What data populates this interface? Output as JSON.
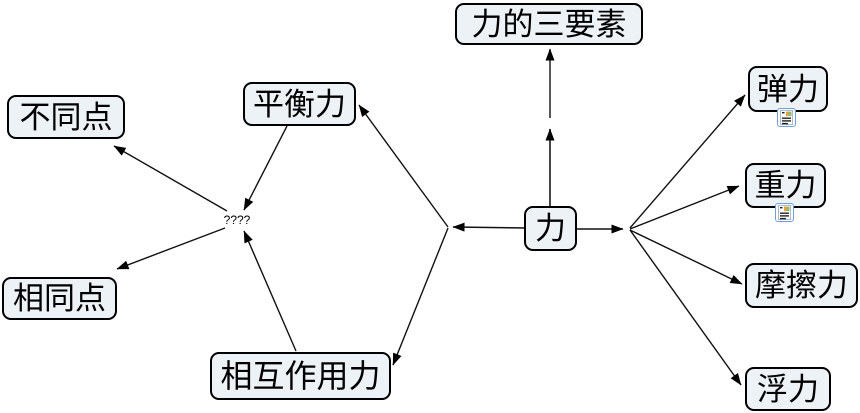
{
  "diagram": {
    "type": "mind-map",
    "background_color": "#ffffff",
    "node_fill_color": "#edf2f6",
    "node_border_color": "#000000",
    "edge_color": "#111111",
    "notes_icon_border_color": "#6f9fd8"
  },
  "nodes": {
    "force": {
      "label": "力"
    },
    "three_elements": {
      "label": "力的三要素"
    },
    "balanced_force": {
      "label": "平衡力"
    },
    "interaction_force": {
      "label": "相互作用力"
    },
    "compare_junction": {
      "label": "????"
    },
    "differences": {
      "label": "不同点"
    },
    "similarities": {
      "label": "相同点"
    },
    "elastic_force": {
      "label": "弹力",
      "notes_icon": true
    },
    "gravity": {
      "label": "重力",
      "notes_icon": true
    },
    "friction": {
      "label": "摩擦力"
    },
    "buoyancy": {
      "label": "浮力"
    }
  },
  "icons": {
    "notes": "notes-icon"
  },
  "edges": [
    {
      "from": "force",
      "to": "three_elements"
    },
    {
      "from": "force",
      "to": "left_branch_junction"
    },
    {
      "from": "left_branch_junction",
      "to": "balanced_force"
    },
    {
      "from": "left_branch_junction",
      "to": "interaction_force"
    },
    {
      "from": "balanced_force",
      "to": "compare_junction"
    },
    {
      "from": "interaction_force",
      "to": "compare_junction"
    },
    {
      "from": "compare_junction",
      "to": "differences"
    },
    {
      "from": "compare_junction",
      "to": "similarities"
    },
    {
      "from": "force",
      "to": "right_branch_junction"
    },
    {
      "from": "right_branch_junction",
      "to": "elastic_force"
    },
    {
      "from": "right_branch_junction",
      "to": "gravity"
    },
    {
      "from": "right_branch_junction",
      "to": "friction"
    },
    {
      "from": "right_branch_junction",
      "to": "buoyancy"
    }
  ]
}
